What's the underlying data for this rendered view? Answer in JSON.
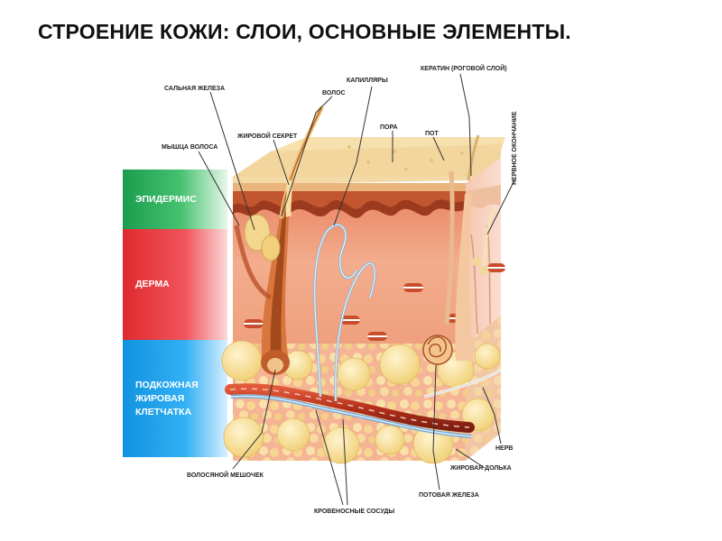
{
  "title": "СТРОЕНИЕ КОЖИ: СЛОИ, ОСНОВНЫЕ ЭЛЕМЕНТЫ.",
  "layers": {
    "epidermis": "ЭПИДЕРМИС",
    "dermis": "ДЕРМА",
    "subcutaneous": [
      "ПОДКОЖНАЯ",
      "ЖИРОВАЯ",
      "КЛЕТЧАТКА"
    ]
  },
  "labels": {
    "sebaceous_gland": "САЛЬНАЯ ЖЕЛЕЗА",
    "hair": "ВОЛОС",
    "capillaries": "КАПИЛЛЯРЫ",
    "keratin": "КЕРАТИН (РОГОВОЙ СЛОЙ)",
    "sebum": "ЖИРОВОЙ СЕКРЕТ",
    "pore": "ПОРА",
    "hair_muscle": "МЫШЦА ВОЛОСА",
    "sweat": "ПОТ",
    "nerve_ending": "НЕРВНОЕ ОКОНЧАНИЕ",
    "nerve": "НЕРВ",
    "fat_lobule": "ЖИРОВАЯ ДОЛЬКА",
    "hair_follicle": "ВОЛОСЯНОЙ МЕШОЧЕК",
    "sweat_gland": "ПОТОВАЯ ЖЕЛЕЗА",
    "blood_vessels": "КРОВЕНОСНЫЕ СОСУДЫ"
  },
  "colors": {
    "epidermis": "#2fb25e",
    "dermis": "#e8393e",
    "subcutaneous": "#1ea3ee",
    "skin_surface": "#f3d69a",
    "dermis_tissue": "#f0a285",
    "fat": "#f6dc8c"
  }
}
